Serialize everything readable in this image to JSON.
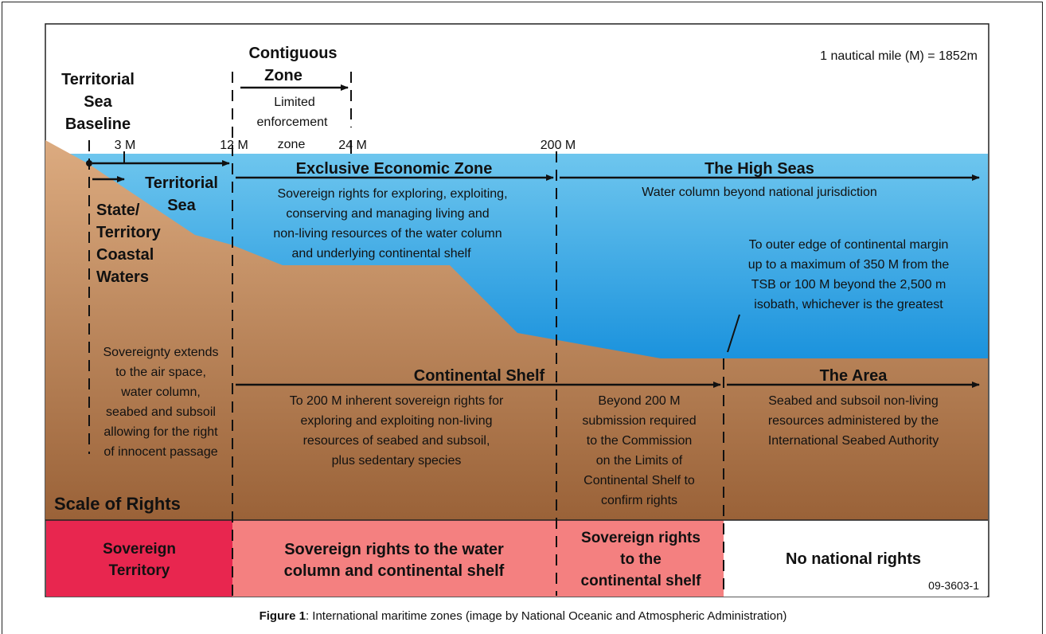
{
  "colors": {
    "sky": "#ffffff",
    "water_top": "#6ec6ee",
    "water_bottom": "#1a92dd",
    "seabed_top": "#dcab80",
    "seabed_bottom": "#9a6238",
    "sovereign_territory": "#e8264f",
    "sovereign_rights": "#f48080",
    "no_rights": "#ffffff"
  },
  "header": {
    "tsb": [
      "Territorial",
      "Sea",
      "Baseline"
    ],
    "contiguous_zone": [
      "Contiguous",
      "Zone"
    ],
    "limited_enforcement": [
      "Limited",
      "enforcement",
      "zone"
    ],
    "nautical_mile": "1 nautical mile (M) = 1852m"
  },
  "scale_marks": {
    "m3": "3 M",
    "m12": "12 M",
    "m24": "24 M",
    "m200": "200 M"
  },
  "water_zones": {
    "territorial_sea": [
      "Territorial",
      "Sea"
    ],
    "state_coastal": [
      "State/",
      "Territory",
      "Coastal",
      "Waters"
    ],
    "eez_title": "Exclusive Economic Zone",
    "eez_desc": [
      "Sovereign rights for exploring, exploiting,",
      "conserving and managing living and",
      "non-living resources of the water column",
      "and underlying continental shelf"
    ],
    "high_seas_title": "The High Seas",
    "high_seas_desc": "Water column beyond national jurisdiction",
    "outer_edge": [
      "To outer edge of continental margin",
      "up to a maximum of 350 M from the",
      "TSB or 100 M beyond the 2,500 m",
      "isobath, whichever is the greatest"
    ]
  },
  "seabed_zones": {
    "sovereignty_desc": [
      "Sovereignty extends",
      "to the air space,",
      "water column,",
      "seabed and subsoil",
      "allowing for the right",
      "of innocent passage"
    ],
    "continental_shelf_title": "Continental Shelf",
    "shelf_desc": [
      "To 200 M inherent sovereign rights for",
      "exploring and exploiting non-living",
      "resources of seabed and subsoil,",
      "plus sedentary species"
    ],
    "beyond_200_desc": [
      "Beyond 200 M",
      "submission required",
      "to the Commission",
      "on the Limits of",
      "Continental Shelf to",
      "confirm rights"
    ],
    "area_title": "The Area",
    "area_desc": [
      "Seabed and subsoil non-living",
      "resources administered by the",
      "International Seabed Authority"
    ],
    "scale_of_rights": "Scale of Rights"
  },
  "rights_bar": {
    "sovereign_territory": [
      "Sovereign",
      "Territory"
    ],
    "water_and_shelf": [
      "Sovereign rights to the water",
      "column and continental shelf"
    ],
    "shelf_only": [
      "Sovereign rights",
      "to the",
      "continental shelf"
    ],
    "no_rights": "No national rights",
    "code": "09-3603-1"
  },
  "caption": {
    "label": "Figure 1",
    "text": ": International maritime zones (image by National Oceanic and Atmospheric Administration)"
  }
}
